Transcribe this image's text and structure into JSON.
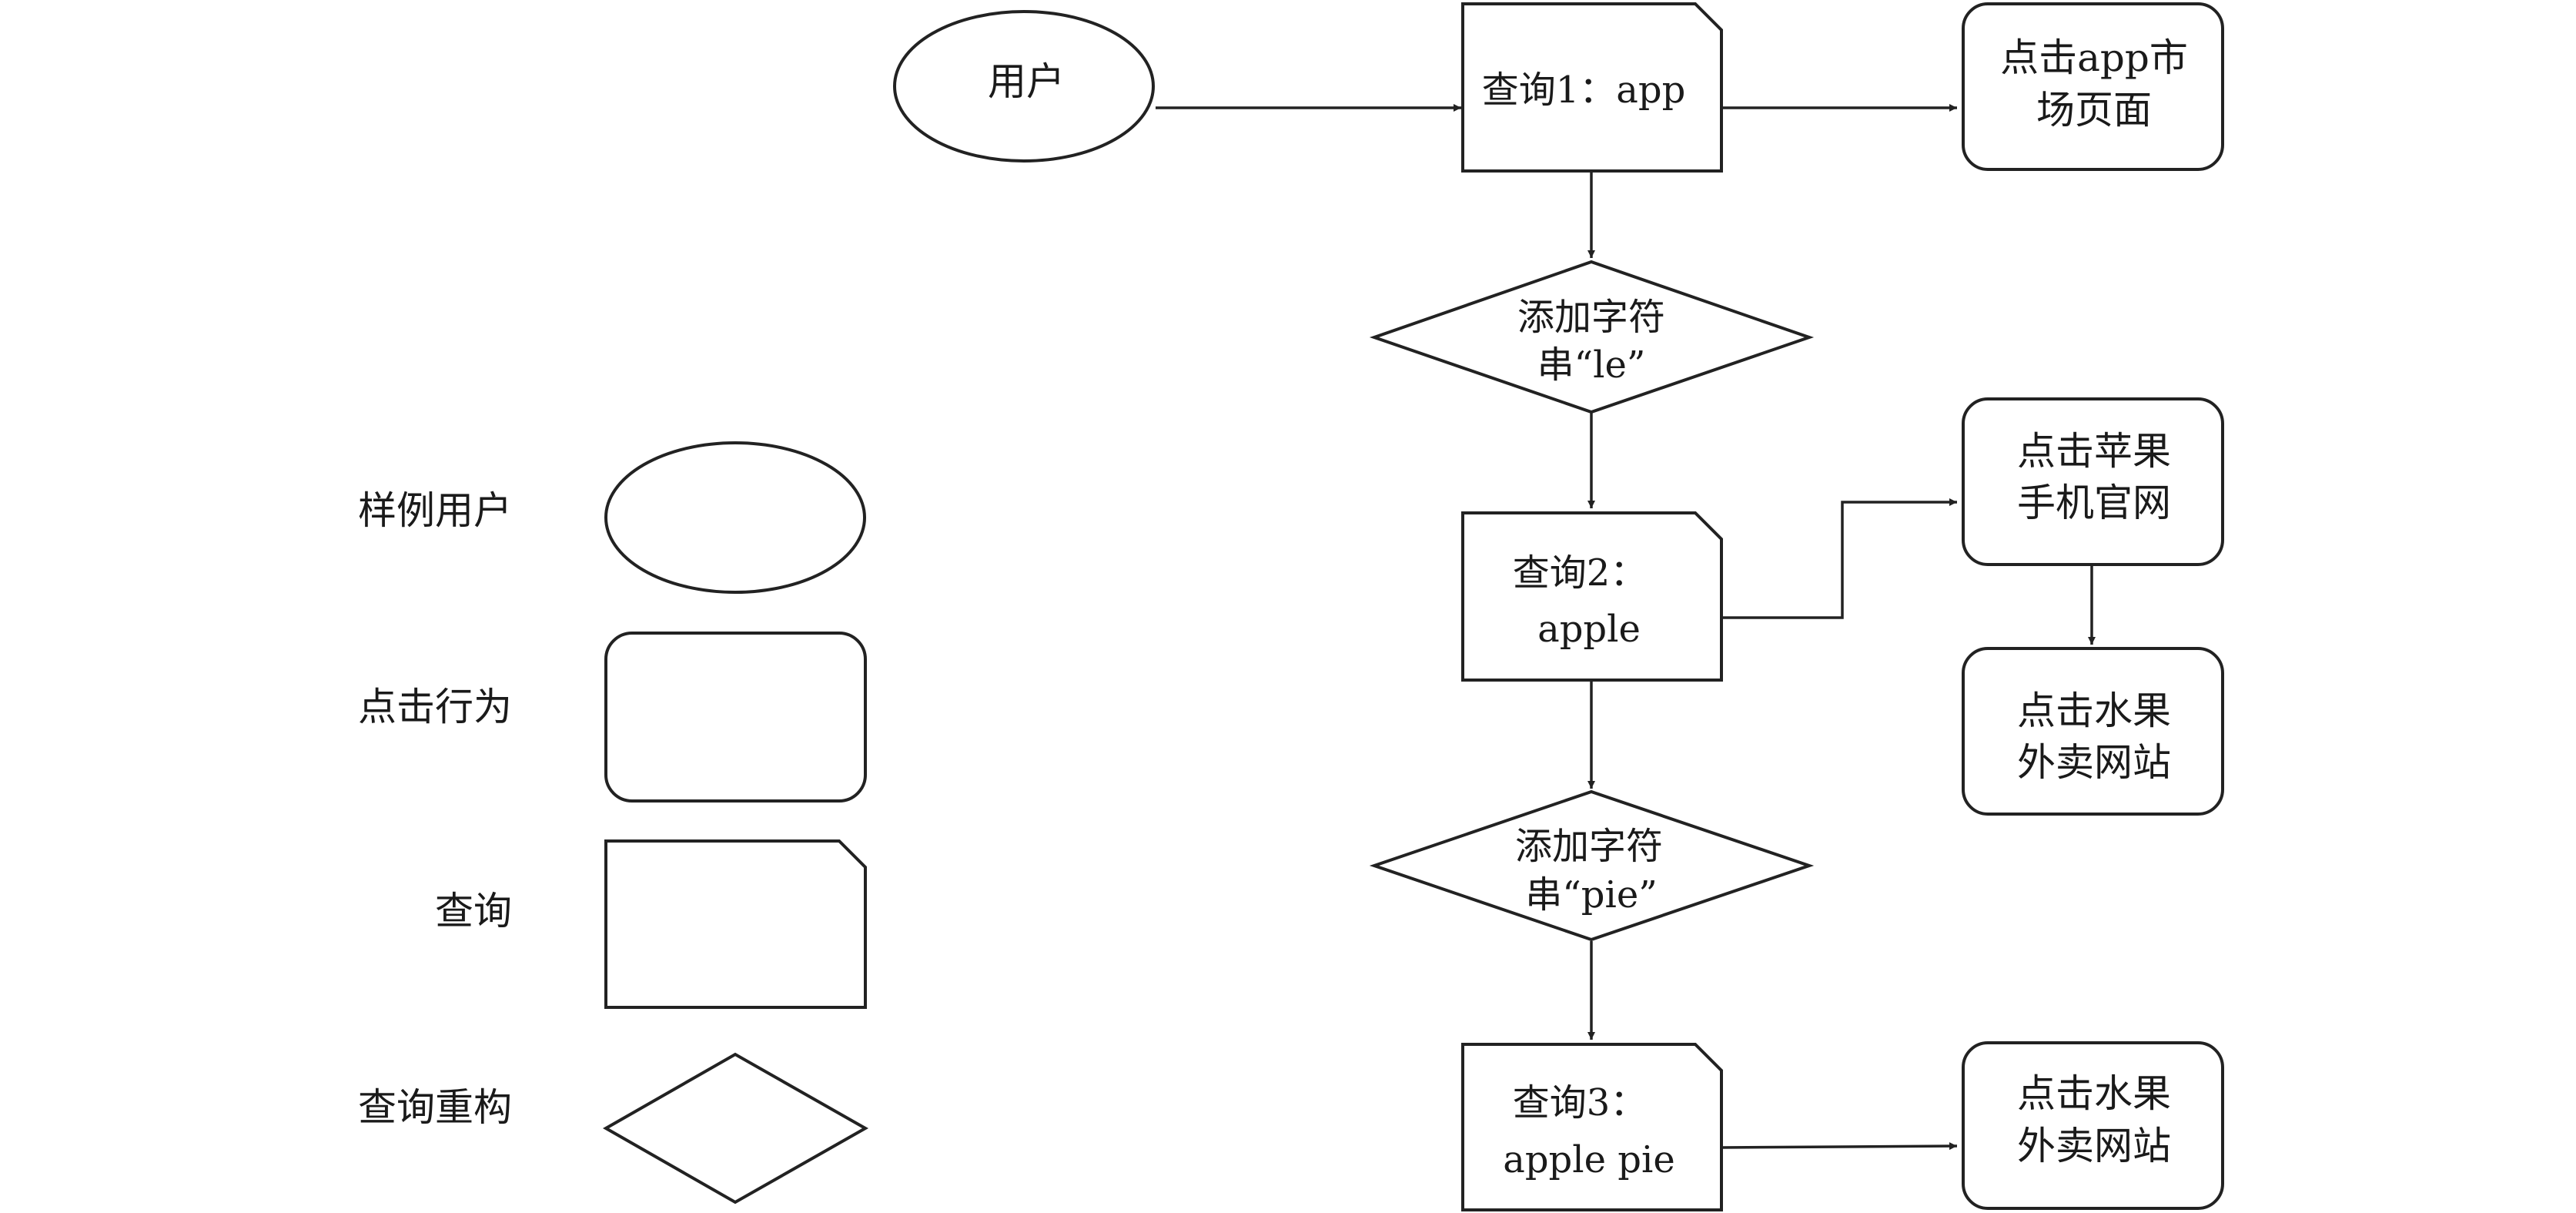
{
  "legend": {
    "user": "样例用户",
    "click": "点击行为",
    "query": "查询",
    "rewrite": "查询重构"
  },
  "flow": {
    "user": "用户",
    "query1": "查询1：app",
    "click_app_store": [
      "点击app市",
      "场页面"
    ],
    "rewrite1": [
      "添加字符",
      "串“le”"
    ],
    "query2": [
      "查询2：",
      "apple"
    ],
    "click_apple_site": [
      "点击苹果",
      "手机官网"
    ],
    "click_fruit_site_1": [
      "点击水果",
      "外卖网站"
    ],
    "rewrite2": [
      "添加字符",
      "串“pie”"
    ],
    "query3": [
      "查询3：",
      "apple pie"
    ],
    "click_fruit_site_2": [
      "点击水果",
      "外卖网站"
    ]
  },
  "colors": {
    "stroke": "#222222",
    "fill": "#ffffff",
    "text": "#1a1a1a"
  }
}
